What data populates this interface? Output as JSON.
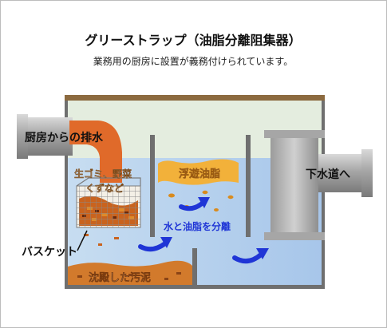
{
  "title": "グリーストラップ（油脂分離阻集器）",
  "subtitle": "業務用の厨房に設置が義務付けられています。",
  "labels": {
    "inlet": "厨房からの排水",
    "outlet": "下水道へ",
    "basket_content_line1": "生ゴミ、野菜",
    "basket_content_line2": "くずなど",
    "floating_oil": "浮遊油脂",
    "separation": "水と油脂を分離",
    "basket": "バスケット",
    "sediment": "沈殿した汚泥"
  },
  "colors": {
    "tank_wall": "#8c6a3f",
    "water": "#b7d3ee",
    "inlet_flow": "#e06a2a",
    "oil": "#f2b13a",
    "sludge": "#d27a2c",
    "arrow": "#1f35d6",
    "pipe": "#9a9a9a"
  }
}
